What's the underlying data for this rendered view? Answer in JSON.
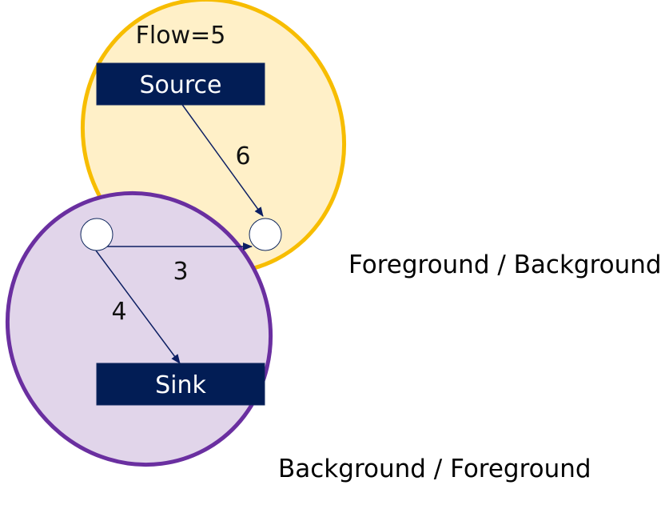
{
  "diagram": {
    "flow_label": "Flow=5",
    "nodes": {
      "source": "Source",
      "sink": "Sink"
    },
    "edges": {
      "source_to_right": "6",
      "left_to_right": "3",
      "left_to_sink": "4"
    },
    "regions": {
      "orange": "Foreground / Background",
      "purple": "Background / Foreground"
    }
  },
  "colors": {
    "orange_fill": "#FFF0C8",
    "orange_stroke": "#F7BD00",
    "purple_fill": "#E1D5EA",
    "purple_stroke": "#6A2FA0",
    "node_fill": "#021D55",
    "edge": "#0D1F63"
  }
}
